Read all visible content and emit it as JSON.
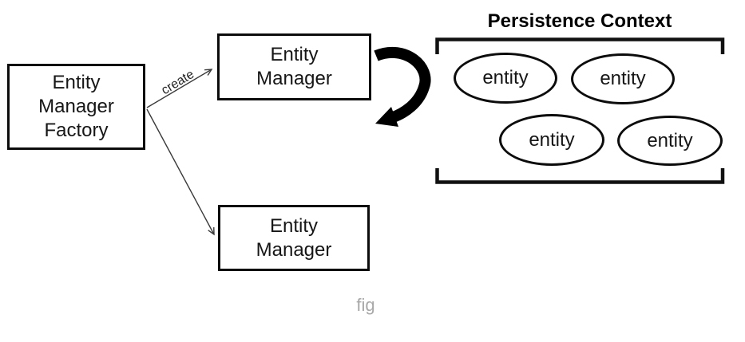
{
  "diagram": {
    "factory": {
      "lines": [
        "Entity",
        "Manager",
        "Factory"
      ]
    },
    "entity_manager_top": {
      "lines": [
        "Entity",
        "Manager"
      ]
    },
    "entity_manager_bottom": {
      "lines": [
        "Entity",
        "Manager"
      ]
    },
    "create_edge_label": "create",
    "persistence_context": {
      "title": "Persistence Context",
      "entities": [
        "entity",
        "entity",
        "entity",
        "entity"
      ]
    },
    "caption": "fig",
    "colors": {
      "box_stroke": "#0c0c0c",
      "bracket_stroke": "#111111",
      "thin_arrow": "#3a3a3a",
      "thick_arrow": "#000000",
      "caption_gray": "#a8a8a8"
    }
  }
}
